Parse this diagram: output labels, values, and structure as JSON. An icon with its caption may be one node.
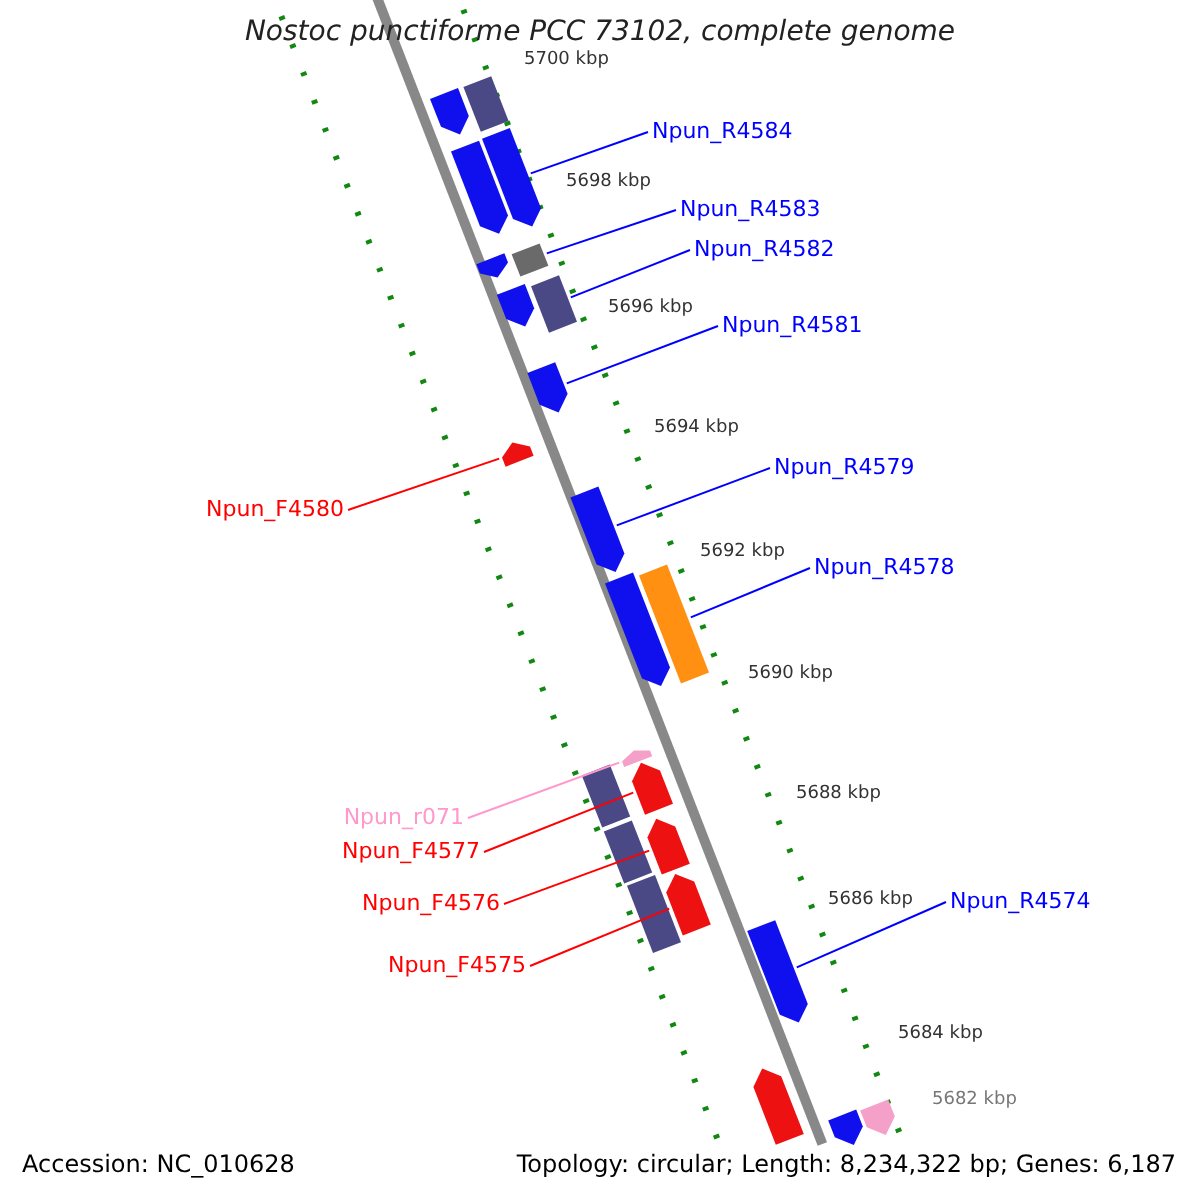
{
  "diagram": {
    "title": "Nostoc punctiforme PCC 73102, complete genome",
    "nodes": [
      {
        "text": [
          "Npun_R4584"
        ]
      },
      {
        "text": [
          "Npun_R4583"
        ]
      },
      {
        "text": [
          "Npun_R4582"
        ]
      },
      {
        "text": [
          "Npun_R4581"
        ]
      },
      {
        "text": [
          "Npun_R4579"
        ]
      },
      {
        "text": [
          "Npun_F4580"
        ]
      },
      {
        "text": [
          "Npun_R4578"
        ]
      },
      {
        "text": [
          "Npun_r071"
        ]
      },
      {
        "text": [
          "Npun_F4577"
        ]
      },
      {
        "text": [
          "Npun_F4576"
        ]
      },
      {
        "text": [
          "Npun_R4574"
        ]
      },
      {
        "text": [
          "Npun_F4575"
        ]
      },
      {
        "text": [],
        "shape": "box"
      },
      {
        "text": [],
        "shape": "arrow"
      },
      {
        "text": [],
        "shape": "arrow"
      },
      {
        "text": [],
        "shape": "arrow"
      },
      {
        "text": [],
        "shape": "box"
      },
      {
        "text": [],
        "shape": "arrow"
      },
      {
        "text": [],
        "shape": "box"
      },
      {
        "text": [],
        "shape": "arrow"
      },
      {
        "text": [],
        "shape": "arrow"
      },
      {
        "text": [],
        "shape": "arrow"
      },
      {
        "text": [],
        "shape": "arrow"
      },
      {
        "text": [],
        "shape": "box"
      },
      {
        "text": [],
        "shape": "arrow"
      },
      {
        "text": [],
        "shape": "arrow"
      },
      {
        "text": [],
        "shape": "arrow"
      },
      {
        "text": [],
        "shape": "box"
      },
      {
        "text": [],
        "shape": "arrow"
      },
      {
        "text": [],
        "shape": "box"
      },
      {
        "text": [],
        "shape": "arrow"
      },
      {
        "text": [],
        "shape": "box"
      },
      {
        "text": [],
        "shape": "arrow"
      },
      {
        "text": [],
        "shape": "arrow"
      },
      {
        "text": [],
        "shape": "arrow"
      },
      {
        "text": [],
        "shape": "arrow"
      }
    ],
    "edges": [
      {
        "from": 0,
        "to": 14,
        "arrow": "none"
      },
      {
        "from": 1,
        "to": 16,
        "arrow": "none"
      },
      {
        "from": 2,
        "to": 18,
        "arrow": "none"
      },
      {
        "from": 3,
        "to": 20,
        "arrow": "none"
      },
      {
        "from": 4,
        "to": 22,
        "arrow": "none"
      },
      {
        "from": 5,
        "to": 21,
        "arrow": "none",
        "color": "#ff0000"
      },
      {
        "from": 6,
        "to": 23,
        "arrow": "none"
      },
      {
        "from": 7,
        "to": 25,
        "arrow": "none",
        "color": "#ff99cc"
      },
      {
        "from": 8,
        "to": 26,
        "arrow": "none",
        "color": "#ff0000"
      },
      {
        "from": 9,
        "to": 28,
        "arrow": "none",
        "color": "#ff0000"
      },
      {
        "from": 10,
        "to": 32,
        "arrow": "none"
      },
      {
        "from": 11,
        "to": 30,
        "arrow": "none",
        "color": "#ff0000"
      }
    ],
    "labels": [
      "5700 kbp",
      "5698 kbp",
      "5696 kbp",
      "5694 kbp",
      "5692 kbp",
      "5690 kbp",
      "5688 kbp",
      "5686 kbp",
      "5684 kbp",
      "5682 kbp",
      "Accession: NC_010628",
      "Topology: circular; Length: 8,234,322 bp; Genes: 6,187"
    ]
  }
}
